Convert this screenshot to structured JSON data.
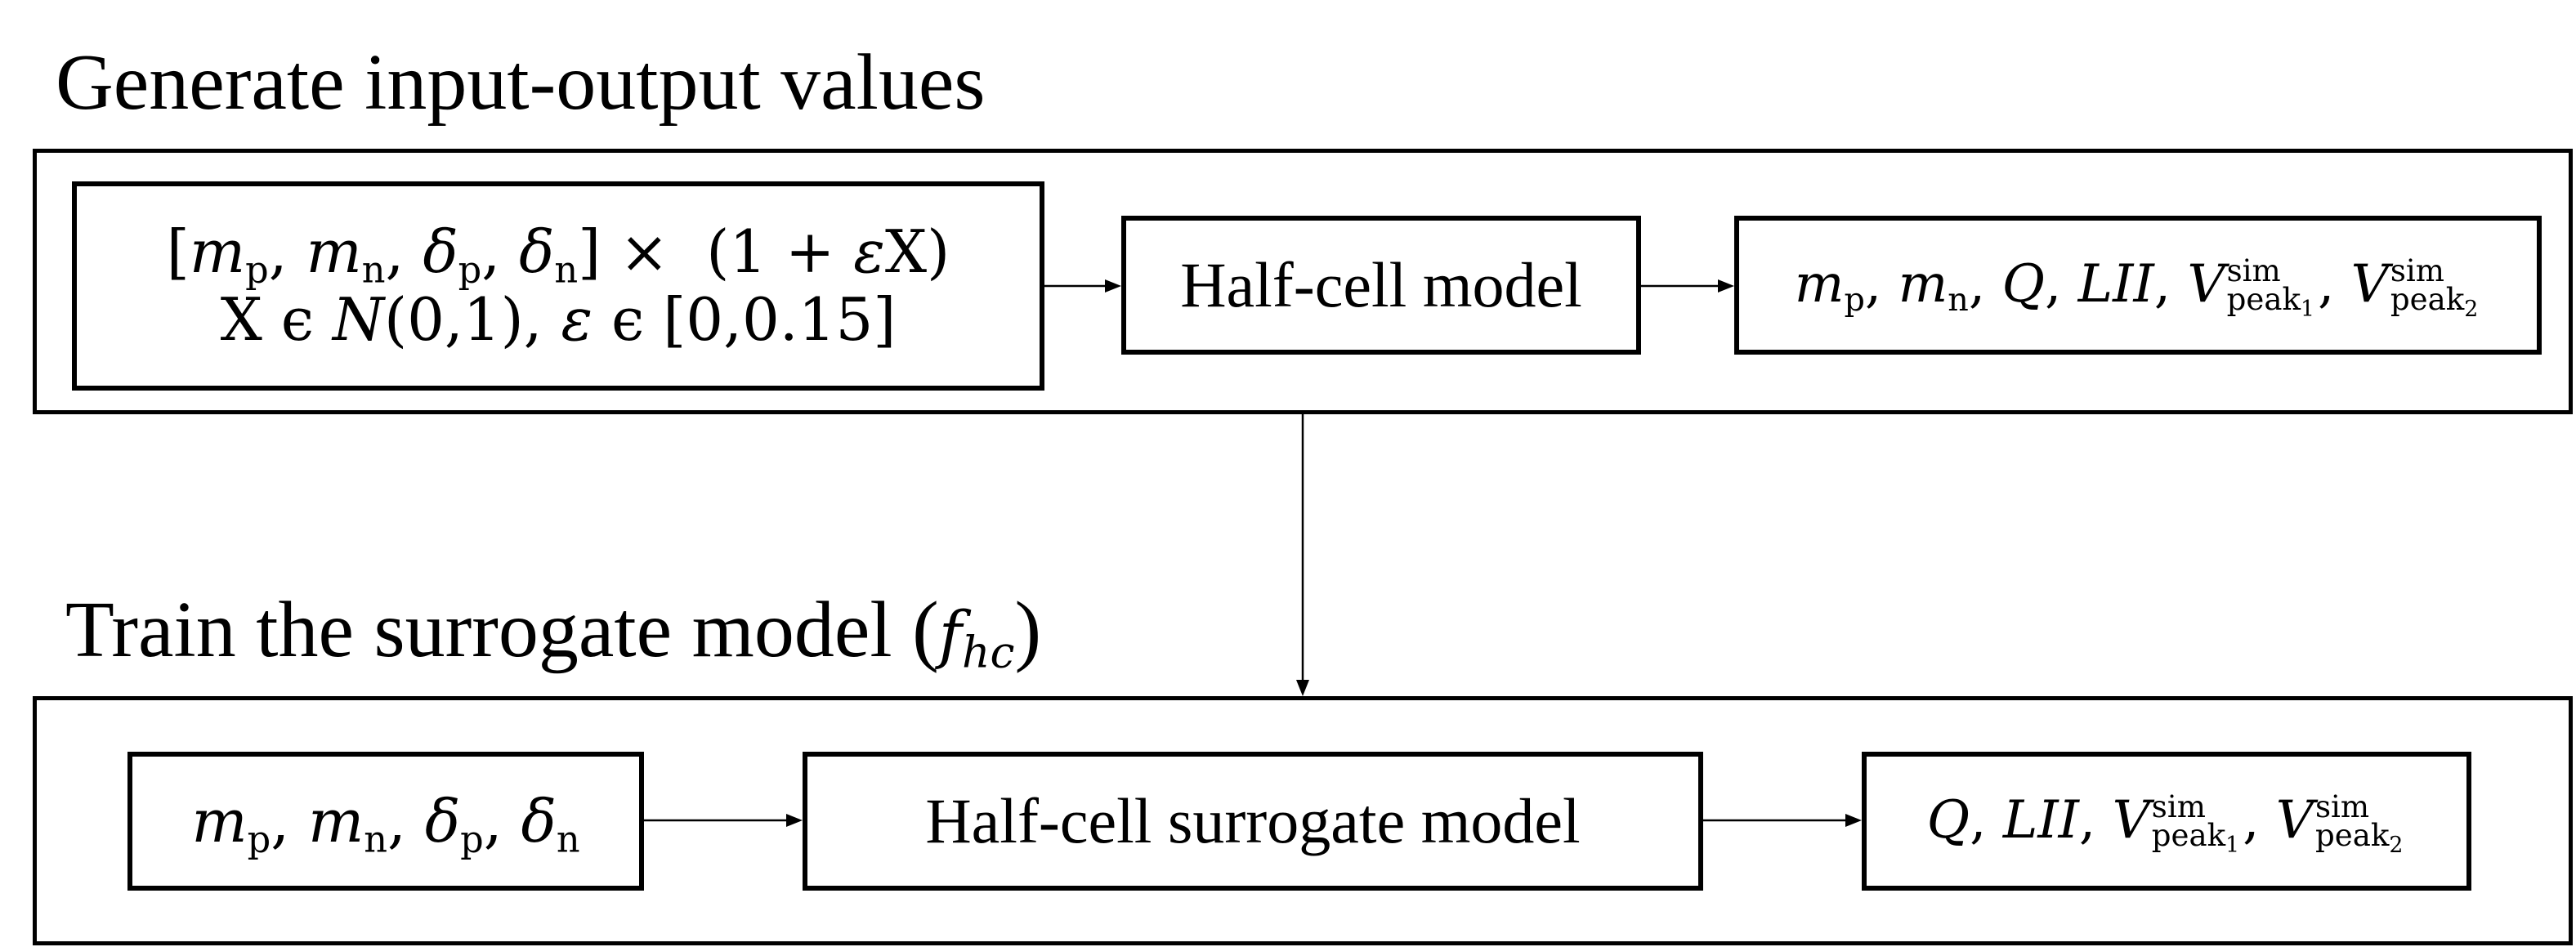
{
  "top_section": {
    "title": "Generate input-output values",
    "input_box": {
      "line1": "[mp, mn, δp, δn] × (1 + εX)",
      "line2": "X ϵ N(0,1), ε ϵ [0,0.15]"
    },
    "model_box": "Half-cell model",
    "output_box": "mp, mn, Q, LII, V_sim_peak1, V_sim_peak2"
  },
  "bottom_section": {
    "title": "Train the surrogate model",
    "title_symbol": "f",
    "title_symbol_sub": "hc",
    "input_box": "mp, mn, δp, δn",
    "model_box": "Half-cell surrogate model",
    "output_box": "Q, LII, V_sim_peak1, V_sim_peak2"
  },
  "symbols": {
    "m": "m",
    "delta": "δ",
    "p": "p",
    "n": "n",
    "Q": "Q",
    "LII": "LII",
    "V": "V",
    "sim": "sim",
    "peak": "peak",
    "one": "1",
    "two": "2",
    "eps": "ε",
    "X": "X",
    "N": "N",
    "times": "×",
    "in": "ϵ"
  }
}
